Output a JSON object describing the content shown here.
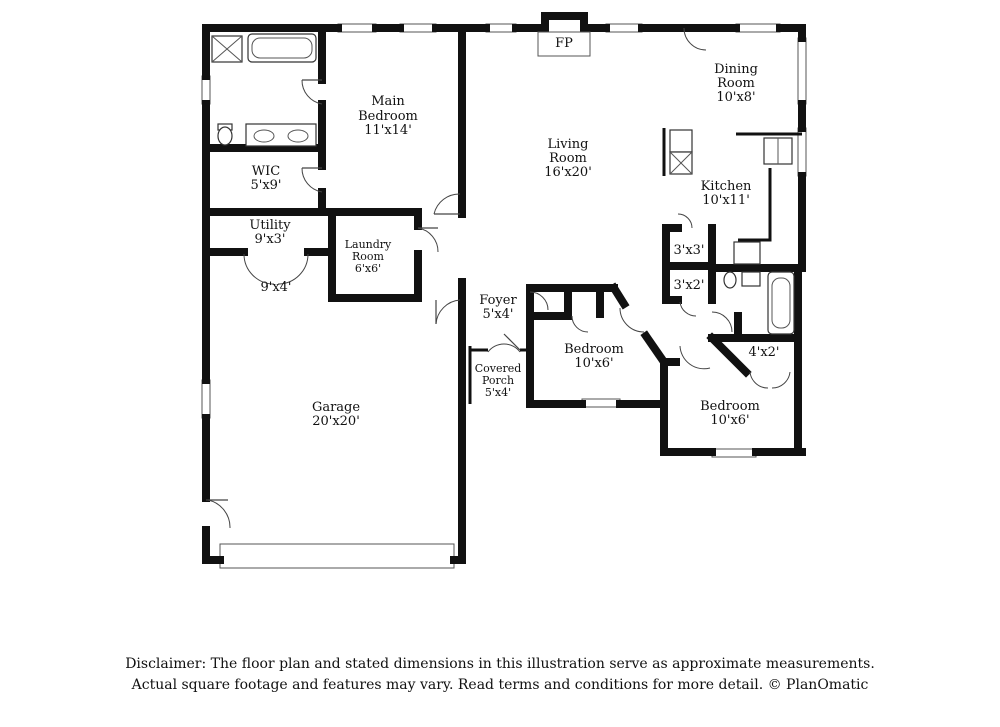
{
  "rooms": [
    {
      "id": "main-bedroom",
      "name": [
        "Main",
        "Bedroom"
      ],
      "dims": "11'x14'"
    },
    {
      "id": "living-room",
      "name": [
        "Living",
        "Room"
      ],
      "dims": "16'x20'"
    },
    {
      "id": "dining-room",
      "name": [
        "Dining",
        "Room"
      ],
      "dims": "10'x8'"
    },
    {
      "id": "kitchen",
      "name": [
        "Kitchen"
      ],
      "dims": "10'x11'"
    },
    {
      "id": "wic",
      "name": [
        "WIC"
      ],
      "dims": "5'x9'"
    },
    {
      "id": "utility",
      "name": [
        "Utility"
      ],
      "dims": "9'x3'"
    },
    {
      "id": "laundry-room",
      "name": [
        "Laundry",
        "Room"
      ],
      "dims": "6'x6'"
    },
    {
      "id": "closet-9x4",
      "name": [],
      "dims": "9'x4'"
    },
    {
      "id": "foyer",
      "name": [
        "Foyer"
      ],
      "dims": "5'x4'"
    },
    {
      "id": "covered-porch",
      "name": [
        "Covered",
        "Porch"
      ],
      "dims": "5'x4'"
    },
    {
      "id": "bedroom-center",
      "name": [
        "Bedroom"
      ],
      "dims": "10'x6'"
    },
    {
      "id": "bedroom-right",
      "name": [
        "Bedroom"
      ],
      "dims": "10'x6'"
    },
    {
      "id": "closet-3x3",
      "name": [],
      "dims": "3'x3'"
    },
    {
      "id": "closet-3x2",
      "name": [],
      "dims": "3'x2'"
    },
    {
      "id": "closet-4x2",
      "name": [],
      "dims": "4'x2'"
    },
    {
      "id": "garage",
      "name": [
        "Garage"
      ],
      "dims": "20'x20'"
    }
  ],
  "fireplace_label": "FP",
  "disclaimer": {
    "line1": "Disclaimer: The floor plan and stated dimensions in this illustration serve as approximate measurements.",
    "line2": "Actual square footage and features may vary. Read terms and conditions for more detail. © PlanOmatic"
  }
}
